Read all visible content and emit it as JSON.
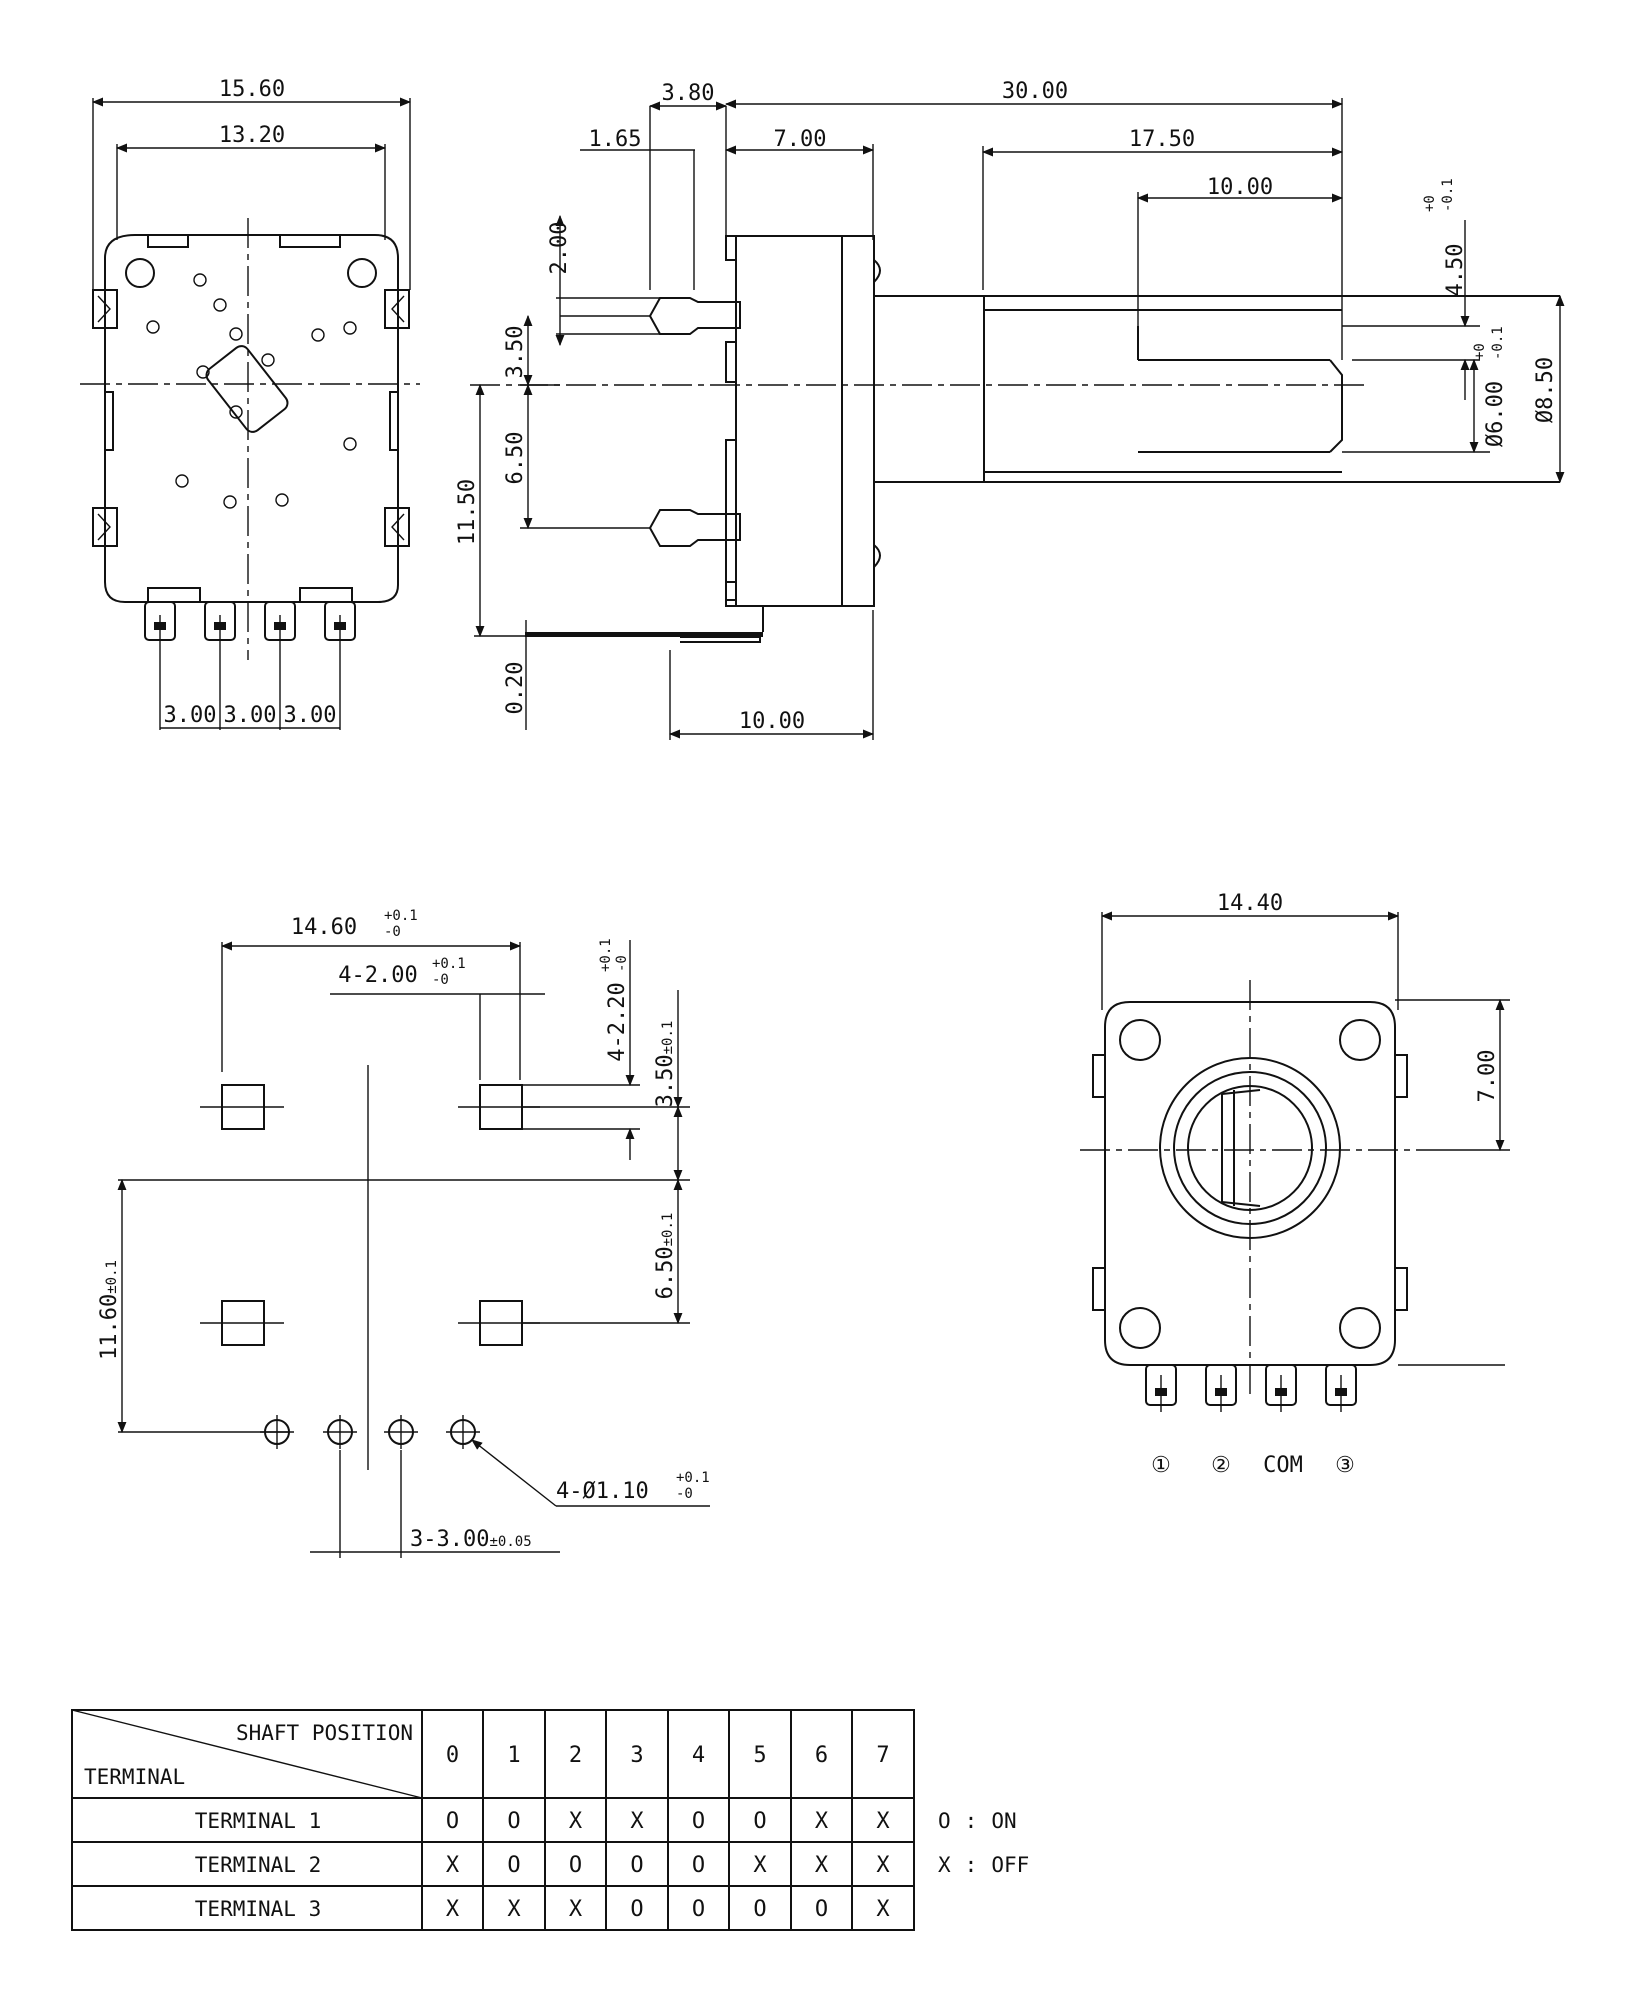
{
  "views": {
    "front": {
      "width_outer": "15.60",
      "width_inner": "13.20",
      "pitch_1": "3.00",
      "pitch_2": "3.00",
      "pitch_3": "3.00"
    },
    "side": {
      "d_380": "3.80",
      "d_3000": "30.00",
      "d_165": "1.65",
      "d_700": "7.00",
      "d_1750": "17.50",
      "d_1000_top": "10.00",
      "d_200": "2.00",
      "d_350": "3.50",
      "d_650": "6.50",
      "d_1150": "11.50",
      "d_020": "0.20",
      "d_1000_bottom": "10.00",
      "d_450_base": "4.50",
      "d_450_tol_up": "+0",
      "d_450_tol_dn": "-0.1",
      "d_600_base": "Ø6.00",
      "d_600_tol_up": "+0",
      "d_600_tol_dn": "-0.1",
      "d_850": "Ø8.50"
    },
    "pcb": {
      "d_1460_base": "14.60",
      "d_1460_tol_up": "+0.1",
      "d_1460_tol_dn": "-0",
      "d_4200_base": "4-2.00",
      "d_4200_tol_up": "+0.1",
      "d_4200_tol_dn": "-0",
      "d_4220_base": "4-2.20",
      "d_4220_tol_up": "+0.1",
      "d_4220_tol_dn": "-0",
      "d_350_base": "3.50",
      "d_350_tol": "±0.1",
      "d_650_base": "6.50",
      "d_650_tol": "±0.1",
      "d_1160_base": "11.60",
      "d_1160_tol": "±0.1",
      "d_hole_base": "4-Ø1.10",
      "d_hole_tol_up": "+0.1",
      "d_hole_tol_dn": "-0",
      "d_pitch_base": "3-3.00",
      "d_pitch_tol": "±0.05"
    },
    "rear": {
      "d_1440": "14.40",
      "d_700": "7.00",
      "pin_labels": [
        "①",
        "②",
        "COM",
        "③"
      ]
    }
  },
  "table": {
    "header_shaft": "SHAFT POSITION",
    "header_terminal": "TERMINAL",
    "positions": [
      "0",
      "1",
      "2",
      "3",
      "4",
      "5",
      "6",
      "7"
    ],
    "rows": [
      {
        "label": "TERMINAL 1",
        "states": [
          "O",
          "O",
          "X",
          "X",
          "O",
          "O",
          "X",
          "X"
        ]
      },
      {
        "label": "TERMINAL 2",
        "states": [
          "X",
          "O",
          "O",
          "O",
          "O",
          "X",
          "X",
          "X"
        ]
      },
      {
        "label": "TERMINAL 3",
        "states": [
          "X",
          "X",
          "X",
          "O",
          "O",
          "O",
          "O",
          "X"
        ]
      }
    ],
    "legend": [
      {
        "symbol": "O",
        "sep": ":",
        "meaning": "ON"
      },
      {
        "symbol": "X",
        "sep": ":",
        "meaning": "OFF"
      }
    ]
  }
}
